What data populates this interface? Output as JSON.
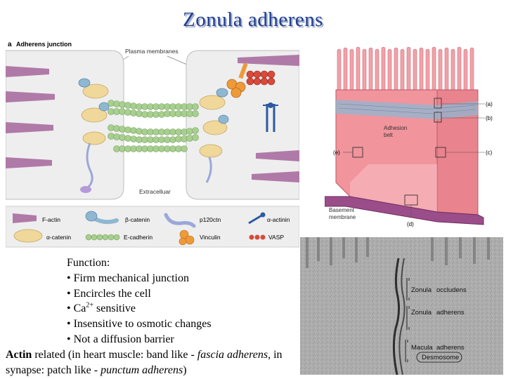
{
  "title": "Zonula adherens",
  "panel_a": {
    "letter": "a",
    "heading": "Adherens junction",
    "plasma_label": "Plasma membranes",
    "extracellular_label": "Extracelluar",
    "legend": [
      {
        "name": "F-actin",
        "icon": "f-actin-icon"
      },
      {
        "name": "β-catenin",
        "icon": "beta-catenin-icon"
      },
      {
        "name": "p120ctn",
        "icon": "p120ctn-icon"
      },
      {
        "name": "α-actinin",
        "icon": "alpha-actinin-icon"
      },
      {
        "name": "α-catenin",
        "icon": "alpha-catenin-icon"
      },
      {
        "name": "E-cadherin",
        "icon": "e-cadherin-icon"
      },
      {
        "name": "Vinculin",
        "icon": "vinculin-icon"
      },
      {
        "name": "VASP",
        "icon": "vasp-icon"
      }
    ]
  },
  "epithelium": {
    "labels": {
      "a": "(a)",
      "b": "(b)",
      "c": "(c)",
      "d": "(d)",
      "e": "(e)",
      "belt1": "Adhesion",
      "belt2": "belt",
      "bm1": "Basement",
      "bm2": "membrane"
    }
  },
  "micrograph": {
    "labels": {
      "occ_1": "Zonula",
      "occ_2": "occludens",
      "adh_1": "Zonula",
      "adh_2": "adherens",
      "mac_1": "Macula",
      "mac_2": "adherens",
      "desmo": "Desmosome"
    }
  },
  "function_text": {
    "heading": "Function:",
    "bullets": [
      "• Firm mechanical junction",
      "• Encircles the cell",
      "• Ca",
      "• Insensitive to osmotic changes",
      "• Not a diffusion barrier"
    ],
    "ca_sup": "2+",
    "ca_rest": " sensitive",
    "actin_bold": "Actin",
    "actin_rest": " related (in heart muscle: band like - ",
    "fascia_italic": "fascia adherens",
    "mid_text": ", in synapse: patch like - ",
    "punctum_italic": "punctum adherens",
    "close": ")"
  },
  "colors": {
    "title": "#1f3f8f",
    "f_actin": "#a8cf8f",
    "alpha_catenin": "#f0d79a",
    "beta_catenin": "#8fb7d1",
    "membrane": "#b07aa8",
    "vinculin": "#ef9a3a",
    "vasp": "#d84a3a",
    "cell_fill": "#f3a1a8"
  }
}
